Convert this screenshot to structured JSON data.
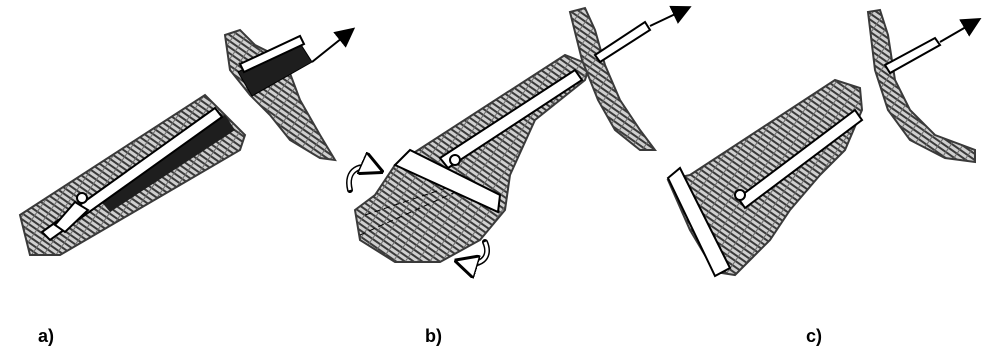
{
  "figure": {
    "panels": [
      {
        "label": "a)"
      },
      {
        "label": "b)"
      },
      {
        "label": "c)"
      }
    ],
    "colors": {
      "fabric_fill": "#cfcfcf",
      "fabric_stroke": "#3a3a3a",
      "dark_fill": "#1e1e1e",
      "rod_fill": "#ffffff",
      "line": "#000000"
    }
  }
}
